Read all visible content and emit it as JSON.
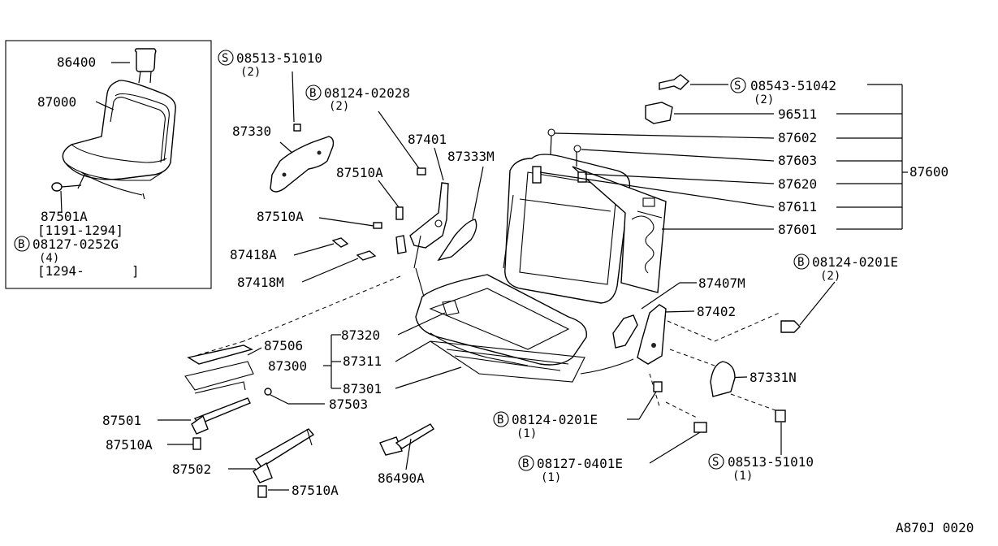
{
  "labels": {
    "inset_headrest": "86400",
    "inset_seat": "87000",
    "inset_bolt": "87501A",
    "inset_range1": "[1191-1294]",
    "inset_bolt_code": "08127-0252G",
    "inset_bolt_qty": "(4)",
    "inset_range2": "[1294-",
    "inset_range2_end": "]",
    "screw_top_left": "08513-51010",
    "screw_top_left_qty": "(2)",
    "bolt_top_mid": "08124-02028",
    "bolt_top_mid_qty": "(2)",
    "p87330": "87330",
    "p87401": "87401",
    "p87333M": "87333M",
    "p87510A_a": "87510A",
    "p87510A_b": "87510A",
    "p87418A": "87418A",
    "p87418M": "87418M",
    "screw_top_right": "08543-51042",
    "screw_top_right_qty": "(2)",
    "p96511": "96511",
    "p87602": "87602",
    "p87603": "87603",
    "p87620": "87620",
    "p87611": "87611",
    "p87601": "87601",
    "p87600": "87600",
    "bolt_right": "08124-0201E",
    "bolt_right_qty": "(2)",
    "p87407M": "87407M",
    "p87402": "87402",
    "p87331N": "87331N",
    "p87506": "87506",
    "p87320": "87320",
    "p87300": "87300",
    "p87311": "87311",
    "p87301": "87301",
    "p87503": "87503",
    "p87501": "87501",
    "p87510A_c": "87510A",
    "p87502": "87502",
    "p87510A_d": "87510A",
    "p86490A": "86490A",
    "bolt_bottom_mid": "08124-0201E",
    "bolt_bottom_mid_qty": "(1)",
    "bolt_bottom": "08127-0401E",
    "bolt_bottom_qty": "(1)",
    "screw_bottom_right": "08513-51010",
    "screw_bottom_right_qty": "(1)",
    "ref_code": "A870J 0020"
  },
  "symbols": {
    "screw": "S",
    "bolt": "B"
  }
}
